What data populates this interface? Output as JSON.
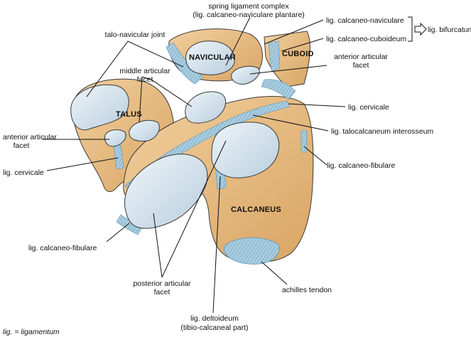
{
  "labels": {
    "spring_line1": "spring ligament complex",
    "spring_line2": "(lig. calcaneo-naviculare plantare)",
    "calcaneo_naviculare": "lig. calcaneo-naviculare",
    "calcaneo_cuboideum": "lig. calcaneo-cuboideum",
    "bifurcatum": "lig. bifurcatum",
    "talo_navicular_joint": "talo-navicular joint",
    "middle_facet_line1": "middle articular",
    "middle_facet_line2": "facet",
    "anterior_facet_right_line1": "anterior articular",
    "anterior_facet_right_line2": "facet",
    "anterior_facet_left_line1": "anterior articular",
    "anterior_facet_left_line2": "facet",
    "cervicale_right": "lig. cervicale",
    "talocalcaneum": "lig. talocalcaneum interosseum",
    "calcaneo_fibulare_right": "lig. calcaneo-fibulare",
    "cervicale_left": "lig. cervicale",
    "calcaneo_fibulare_left": "lig. calcaneo-fibulare",
    "posterior_facet_line1": "posterior articular",
    "posterior_facet_line2": "facet",
    "deltoideum_line1": "lig. deltoideum",
    "deltoideum_line2": "(tibio-calcaneal part)",
    "achilles": "achilles tendon",
    "footnote": "lig. = ligamentum"
  },
  "bones": {
    "navicular": "NAVICULAR",
    "cuboid": "CUBOID",
    "talus": "TALUS",
    "calcaneus": "CALCANEUS"
  },
  "colors": {
    "bone": "#e7bd86",
    "bone_shadow": "#c9954f",
    "cartilage": "#d6e4ee",
    "ligament": "#9ec6dc",
    "outline": "#3a3a3a"
  }
}
